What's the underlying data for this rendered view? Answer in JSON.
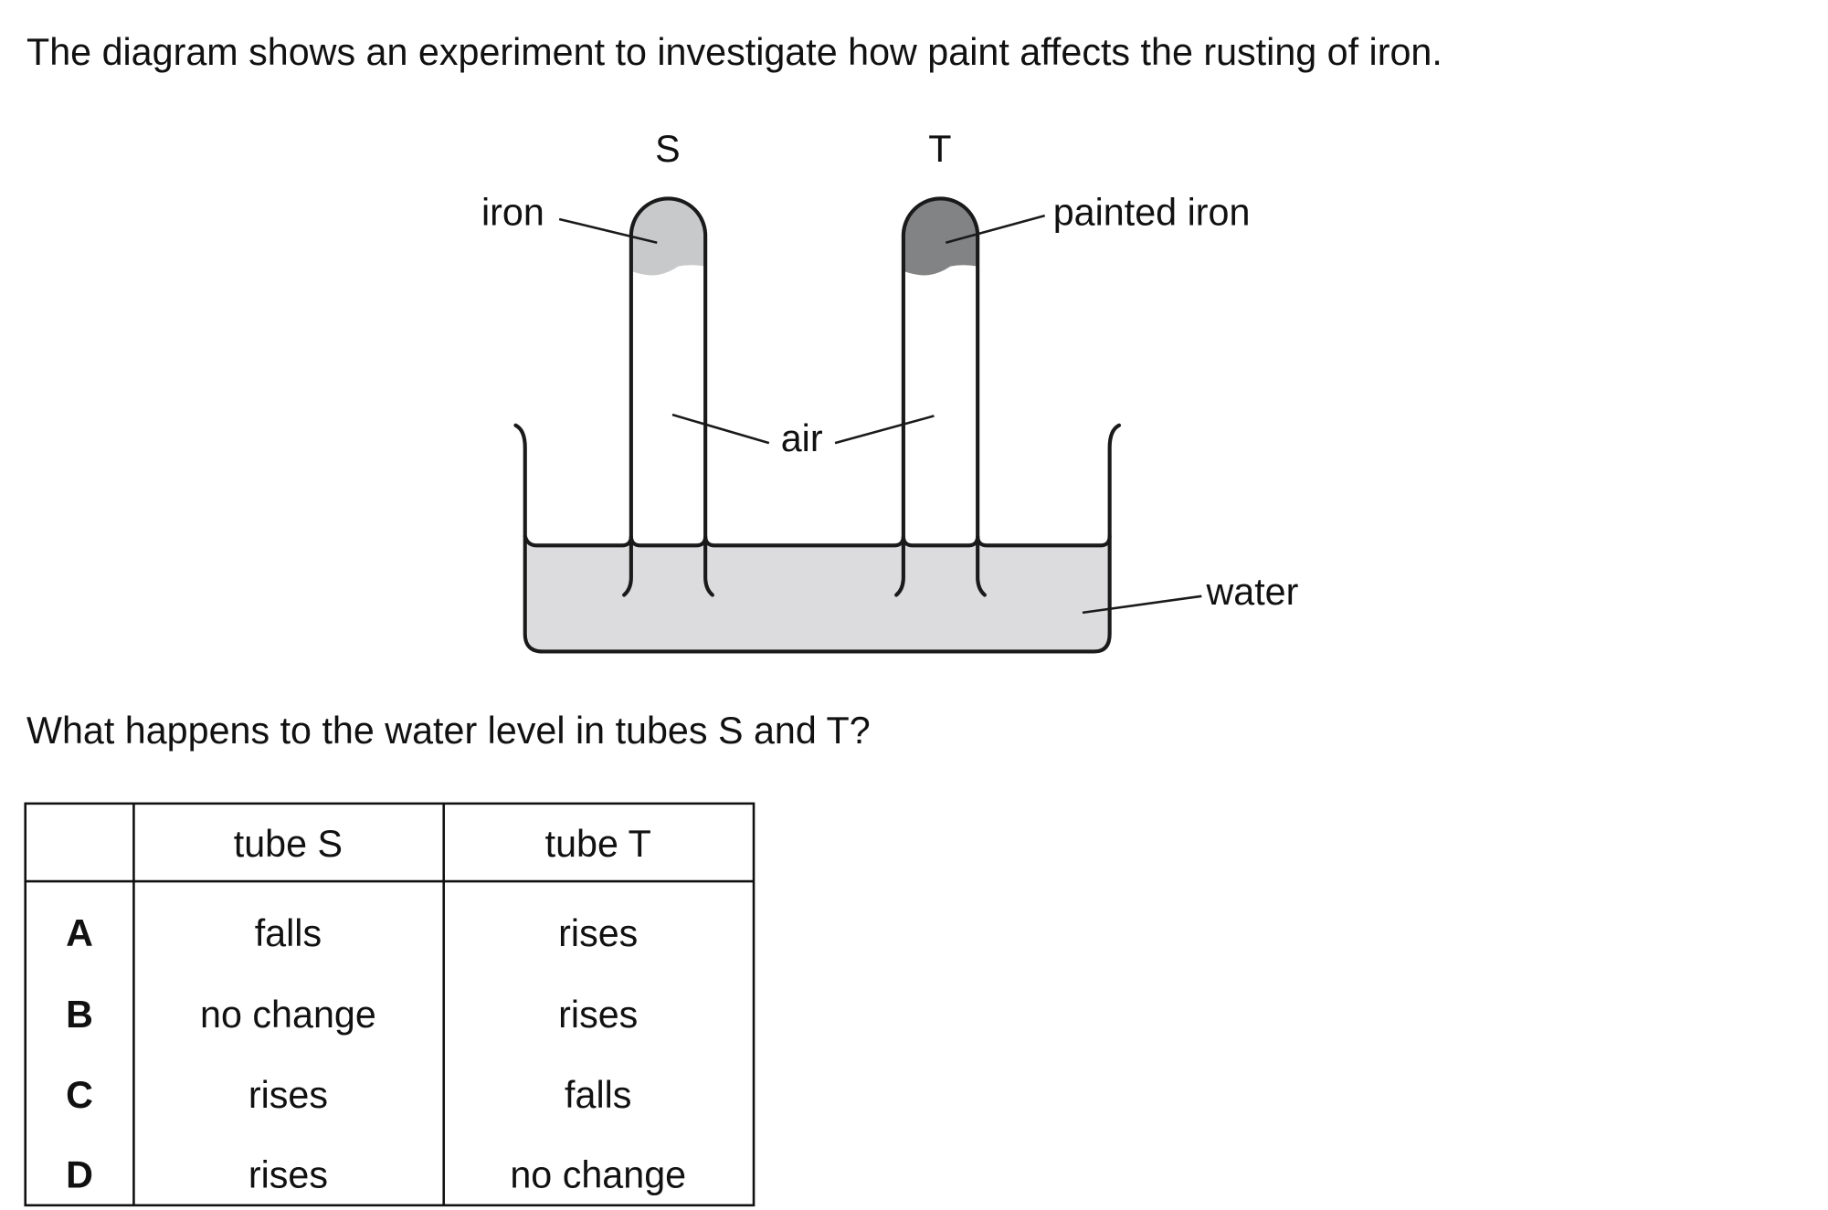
{
  "question": {
    "intro": "The diagram shows an experiment to investigate how paint affects the rusting of iron.",
    "prompt": "What happens to the water level in tubes S and T?"
  },
  "diagram": {
    "tube_s_label": "S",
    "tube_t_label": "T",
    "iron_label": "iron",
    "painted_iron_label": "painted iron",
    "air_label": "air",
    "water_label": "water",
    "colors": {
      "iron": "#c8c9ca",
      "painted_iron": "#828384",
      "water": "#dcdcde"
    }
  },
  "table": {
    "headers": [
      "",
      "tube S",
      "tube T"
    ],
    "rows": [
      {
        "option": "A",
        "tube_s": "falls",
        "tube_t": "rises"
      },
      {
        "option": "B",
        "tube_s": "no change",
        "tube_t": "rises"
      },
      {
        "option": "C",
        "tube_s": "rises",
        "tube_t": "falls"
      },
      {
        "option": "D",
        "tube_s": "rises",
        "tube_t": "no change"
      }
    ]
  }
}
